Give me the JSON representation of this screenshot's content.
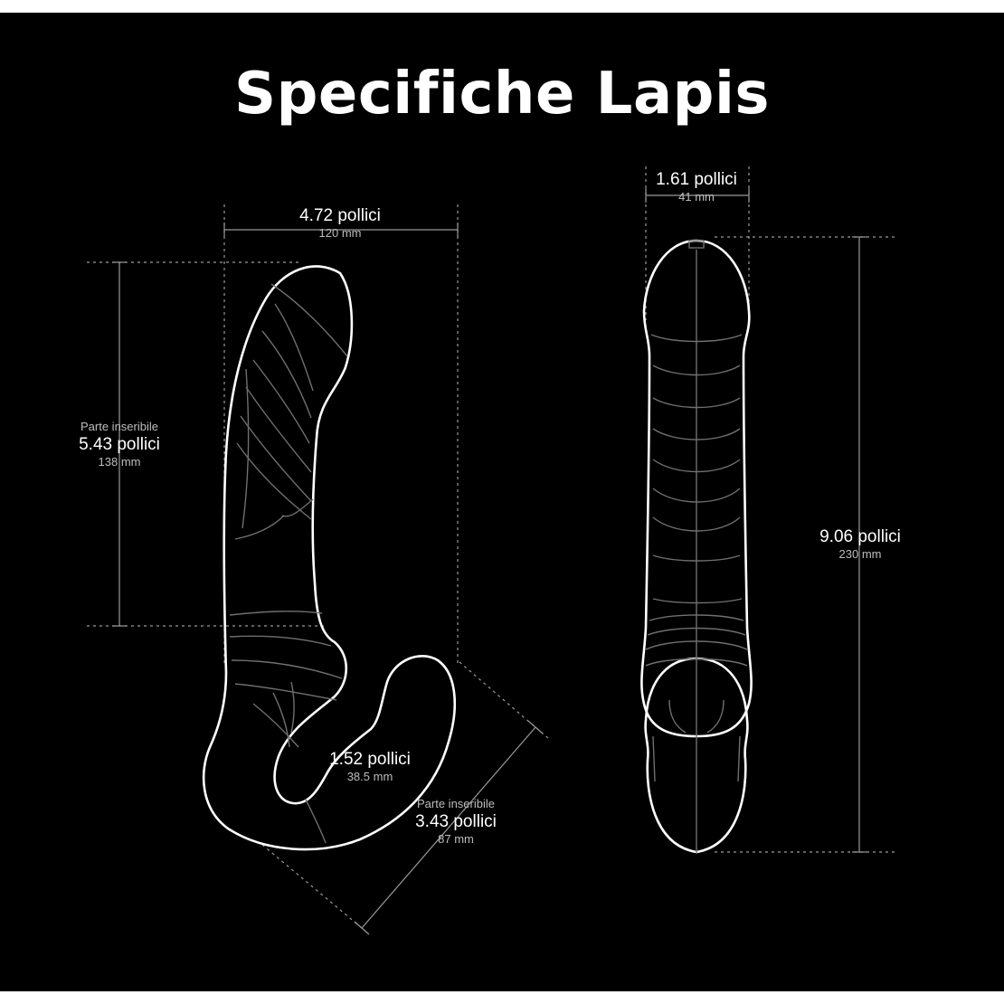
{
  "title": "Specifiche Lapis",
  "colors": {
    "background": "#000000",
    "outline": "#ffffff",
    "detail_lines": "#6f6f6f",
    "text": "#ffffff",
    "secondary_text": "#bdbdbd"
  },
  "dimensions": {
    "width_side": {
      "imperial": "4.72 pollici",
      "metric": "120 mm"
    },
    "insertable_long": {
      "caption": "Parte inseribile",
      "imperial": "5.43 pollici",
      "metric": "138 mm"
    },
    "bulb_width": {
      "imperial": "1.52 pollici",
      "metric": "38.5 mm"
    },
    "insertable_short": {
      "caption": "Parte inseribile",
      "imperial": "3.43 pollici",
      "metric": "87 mm"
    },
    "width_front": {
      "imperial": "1.61 pollici",
      "metric": "41 mm"
    },
    "total_length": {
      "imperial": "9.06 pollici",
      "metric": "230 mm"
    }
  }
}
